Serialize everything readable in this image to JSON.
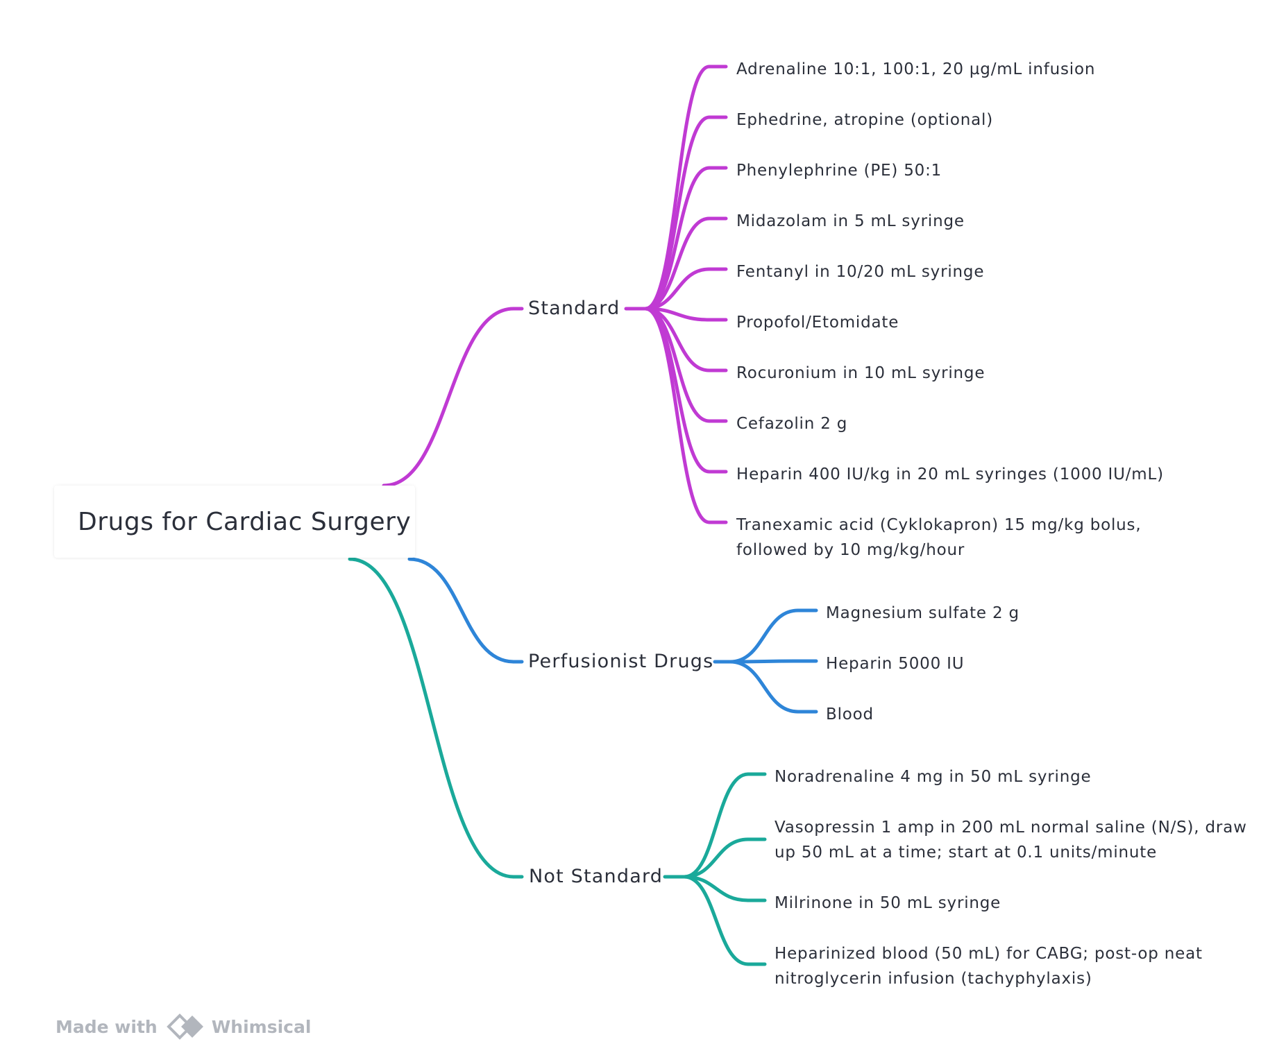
{
  "root": {
    "label": "Drugs for Cardiac Surgery"
  },
  "branches": [
    {
      "label": "Standard",
      "color": "#c03ad3",
      "leaves": [
        "Adrenaline 10:1, 100:1, 20 µg/mL infusion",
        "Ephedrine, atropine (optional)",
        "Phenylephrine (PE) 50:1",
        "Midazolam in 5 mL syringe",
        "Fentanyl in 10/20 mL syringe",
        "Propofol/Etomidate",
        "Rocuronium in 10 mL syringe",
        "Cefazolin 2 g",
        "Heparin 400 IU/kg in 20 mL syringes (1000 IU/mL)",
        "Tranexamic acid (Cyklokapron) 15 mg/kg bolus, followed by 10 mg/kg/hour"
      ]
    },
    {
      "label": "Perfusionist Drugs",
      "color": "#2e85d8",
      "leaves": [
        "Magnesium sulfate 2 g",
        "Heparin 5000 IU",
        "Blood"
      ]
    },
    {
      "label": "Not Standard",
      "color": "#1aa99a",
      "leaves": [
        "Noradrenaline 4 mg in 50 mL syringe",
        "Vasopressin 1 amp in 200 mL normal saline (N/S), draw up 50 mL at a time; start at 0.1 units/minute",
        "Milrinone in 50 mL syringe",
        "Heparinized blood (50 mL) for CABG; post-op neat nitroglycerin infusion (tachyphylaxis)"
      ]
    }
  ],
  "footer": {
    "made_with": "Made with",
    "brand": "Whimsical",
    "logo_icon": "whimsical-logo-icon"
  }
}
